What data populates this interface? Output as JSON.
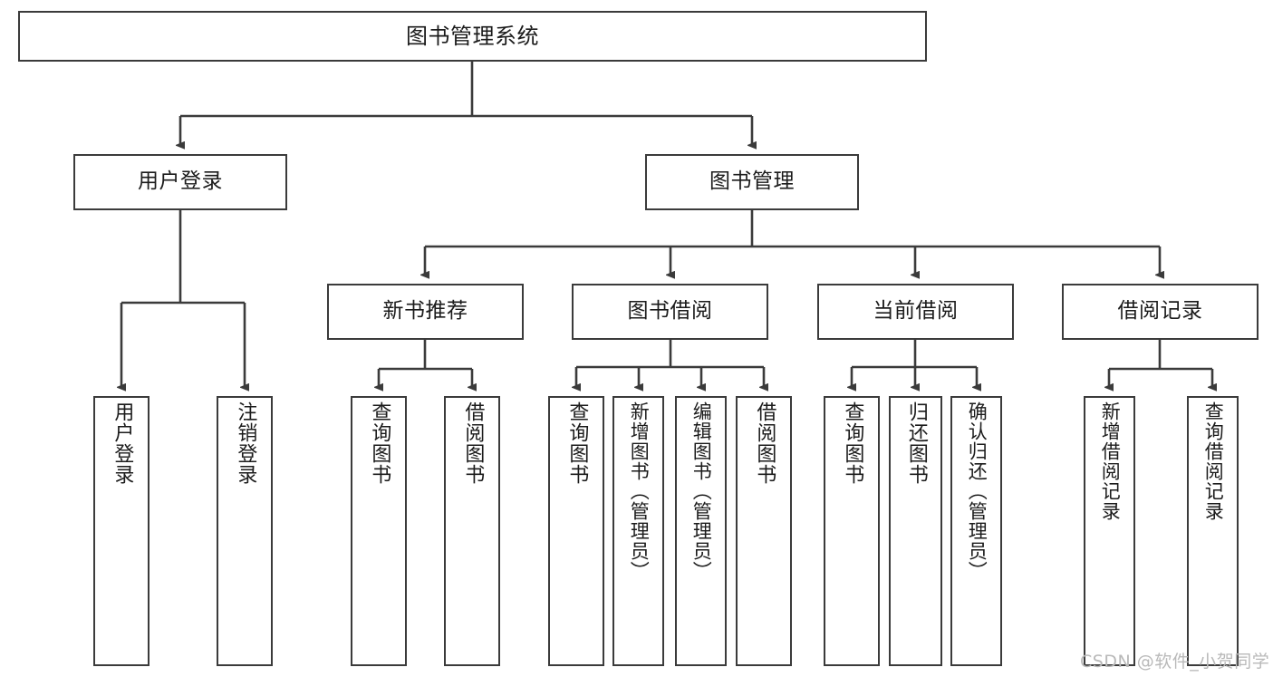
{
  "diagram": {
    "title": "图书管理系统",
    "type": "tree",
    "colors": {
      "box_border": "#3b3b3b",
      "box_fill": "#ffffff",
      "edge": "#3b3b3b",
      "text": "#1b1b1b",
      "watermark": "#b9b9b9",
      "background": "#ffffff"
    },
    "nodes": {
      "root": {
        "label": "图书管理系统"
      },
      "level2": [
        {
          "id": "user-login",
          "label": "用户登录"
        },
        {
          "id": "book-manage",
          "label": "图书管理"
        }
      ],
      "level3": [
        {
          "id": "new-book-rec",
          "label": "新书推荐"
        },
        {
          "id": "book-borrow",
          "label": "图书借阅"
        },
        {
          "id": "current-borrow",
          "label": "当前借阅"
        },
        {
          "id": "borrow-record",
          "label": "借阅记录"
        }
      ],
      "leaves": [
        {
          "id": "leaf-user-login",
          "label": "用户登录",
          "parent": "user-login"
        },
        {
          "id": "leaf-user-logout",
          "label": "注销登录",
          "parent": "user-login"
        },
        {
          "id": "leaf-query-book-1",
          "label": "查询图书",
          "parent": "new-book-rec"
        },
        {
          "id": "leaf-borrow-book-1",
          "label": "借阅图书",
          "parent": "new-book-rec"
        },
        {
          "id": "leaf-query-book-2",
          "label": "查询图书",
          "parent": "book-borrow"
        },
        {
          "id": "leaf-add-book",
          "label": "新增图书（管理员）",
          "parent": "book-borrow"
        },
        {
          "id": "leaf-edit-book",
          "label": "编辑图书（管理员）",
          "parent": "book-borrow"
        },
        {
          "id": "leaf-borrow-book-2",
          "label": "借阅图书",
          "parent": "book-borrow"
        },
        {
          "id": "leaf-query-book-3",
          "label": "查询图书",
          "parent": "current-borrow"
        },
        {
          "id": "leaf-return-book",
          "label": "归还图书",
          "parent": "current-borrow"
        },
        {
          "id": "leaf-confirm-return",
          "label": "确认归还（管理员）",
          "parent": "current-borrow"
        },
        {
          "id": "leaf-add-record",
          "label": "新增借阅记录",
          "parent": "borrow-record"
        },
        {
          "id": "leaf-query-record",
          "label": "查询借阅记录",
          "parent": "borrow-record"
        }
      ]
    },
    "watermark": "CSDN @软件_小贺同学"
  }
}
